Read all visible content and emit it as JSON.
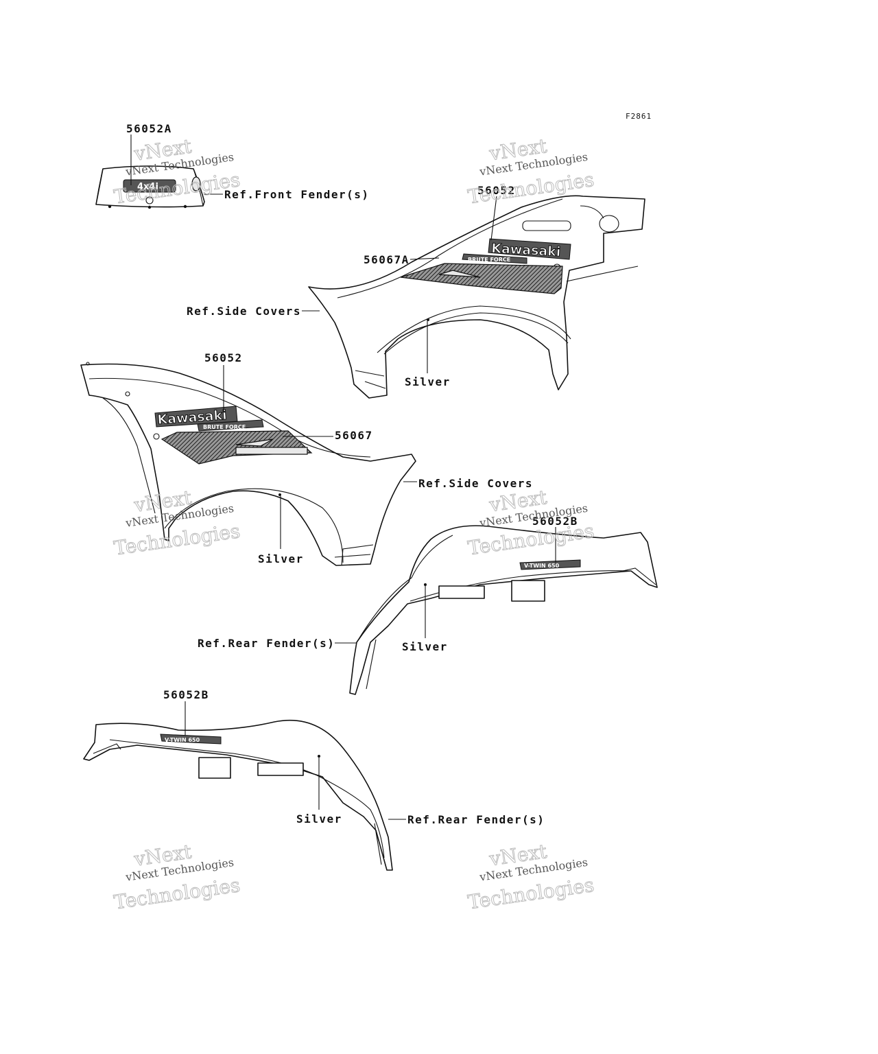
{
  "figure_code": "F2861",
  "parts": {
    "front_decal": "56052A",
    "kawasaki_decal_right": "56052",
    "graphic_decal_right": "56067A",
    "kawasaki_decal_left": "56052",
    "graphic_decal_left": "56067",
    "rear_decal_right": "56052B",
    "rear_decal_left": "56052B"
  },
  "refs": {
    "front_fender": "Ref.Front Fender(s)",
    "side_covers_right": "Ref.Side Covers",
    "side_covers_left": "Ref.Side Covers",
    "rear_fender_right": "Ref.Rear Fender(s)",
    "rear_fender_left": "Ref.Rear Fender(s)"
  },
  "colors": {
    "silver_1": "Silver",
    "silver_2": "Silver",
    "silver_3": "Silver",
    "silver_4": "Silver"
  },
  "decal_text": {
    "brand": "Kawasaki",
    "model": "BRUTE FORCE",
    "engine": "V-TWIN 650",
    "front_logo": "4x4i"
  },
  "watermark": {
    "line1": "vNext Technologies",
    "line2": "vNext",
    "line3": "Technologies"
  }
}
